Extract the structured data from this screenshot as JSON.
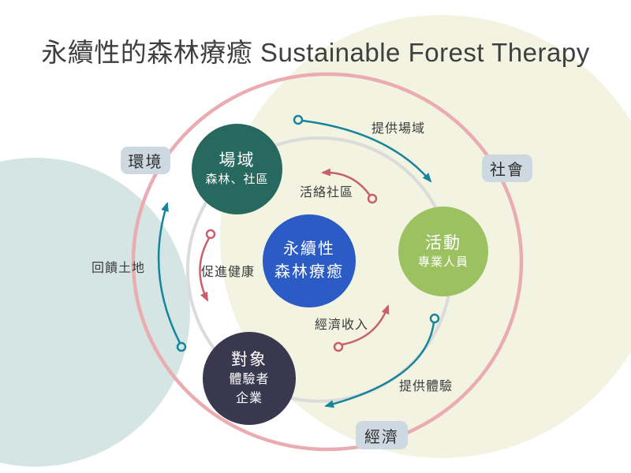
{
  "title": "永續性的森林療癒 Sustainable Forest Therapy",
  "nodes": {
    "center": {
      "line1": "永續性",
      "line2": "森林療癒"
    },
    "venue": {
      "name": "場域",
      "detail": "森林、社區"
    },
    "activity": {
      "name": "活動",
      "detail": "專業人員"
    },
    "audience": {
      "name": "對象",
      "detail1": "體驗者",
      "detail2": "企業"
    }
  },
  "regions": {
    "environment": "環境",
    "society": "社會",
    "economy": "經濟"
  },
  "arrows": {
    "provide_venue": {
      "label": "提供場域",
      "color": "#17849b"
    },
    "activate_community": {
      "label": "活絡社區",
      "color": "#c7606b"
    },
    "promote_health": {
      "label": "促進健康",
      "color": "#c7606b"
    },
    "give_back_land": {
      "label": "回饋土地",
      "color": "#17849b"
    },
    "economic_income": {
      "label": "經濟收入",
      "color": "#c7606b"
    },
    "provide_experience": {
      "label": "提供體驗",
      "color": "#17849b"
    }
  },
  "colors": {
    "background": "#ffffff",
    "bg_circle_left": "#d5e5e4",
    "bg_circle_right": "#f2f3e0",
    "outer_ring": "#eaacb0",
    "inner_ring": "#dbdbdb",
    "node_center": "#2b5bc5",
    "node_venue": "#27695f",
    "node_activity": "#9cc161",
    "node_audience": "#39384f",
    "arrow_teal": "#17849b",
    "arrow_red": "#c7606b",
    "pill_background": "#cdd8e0",
    "title_text": "#3f3f3f"
  }
}
